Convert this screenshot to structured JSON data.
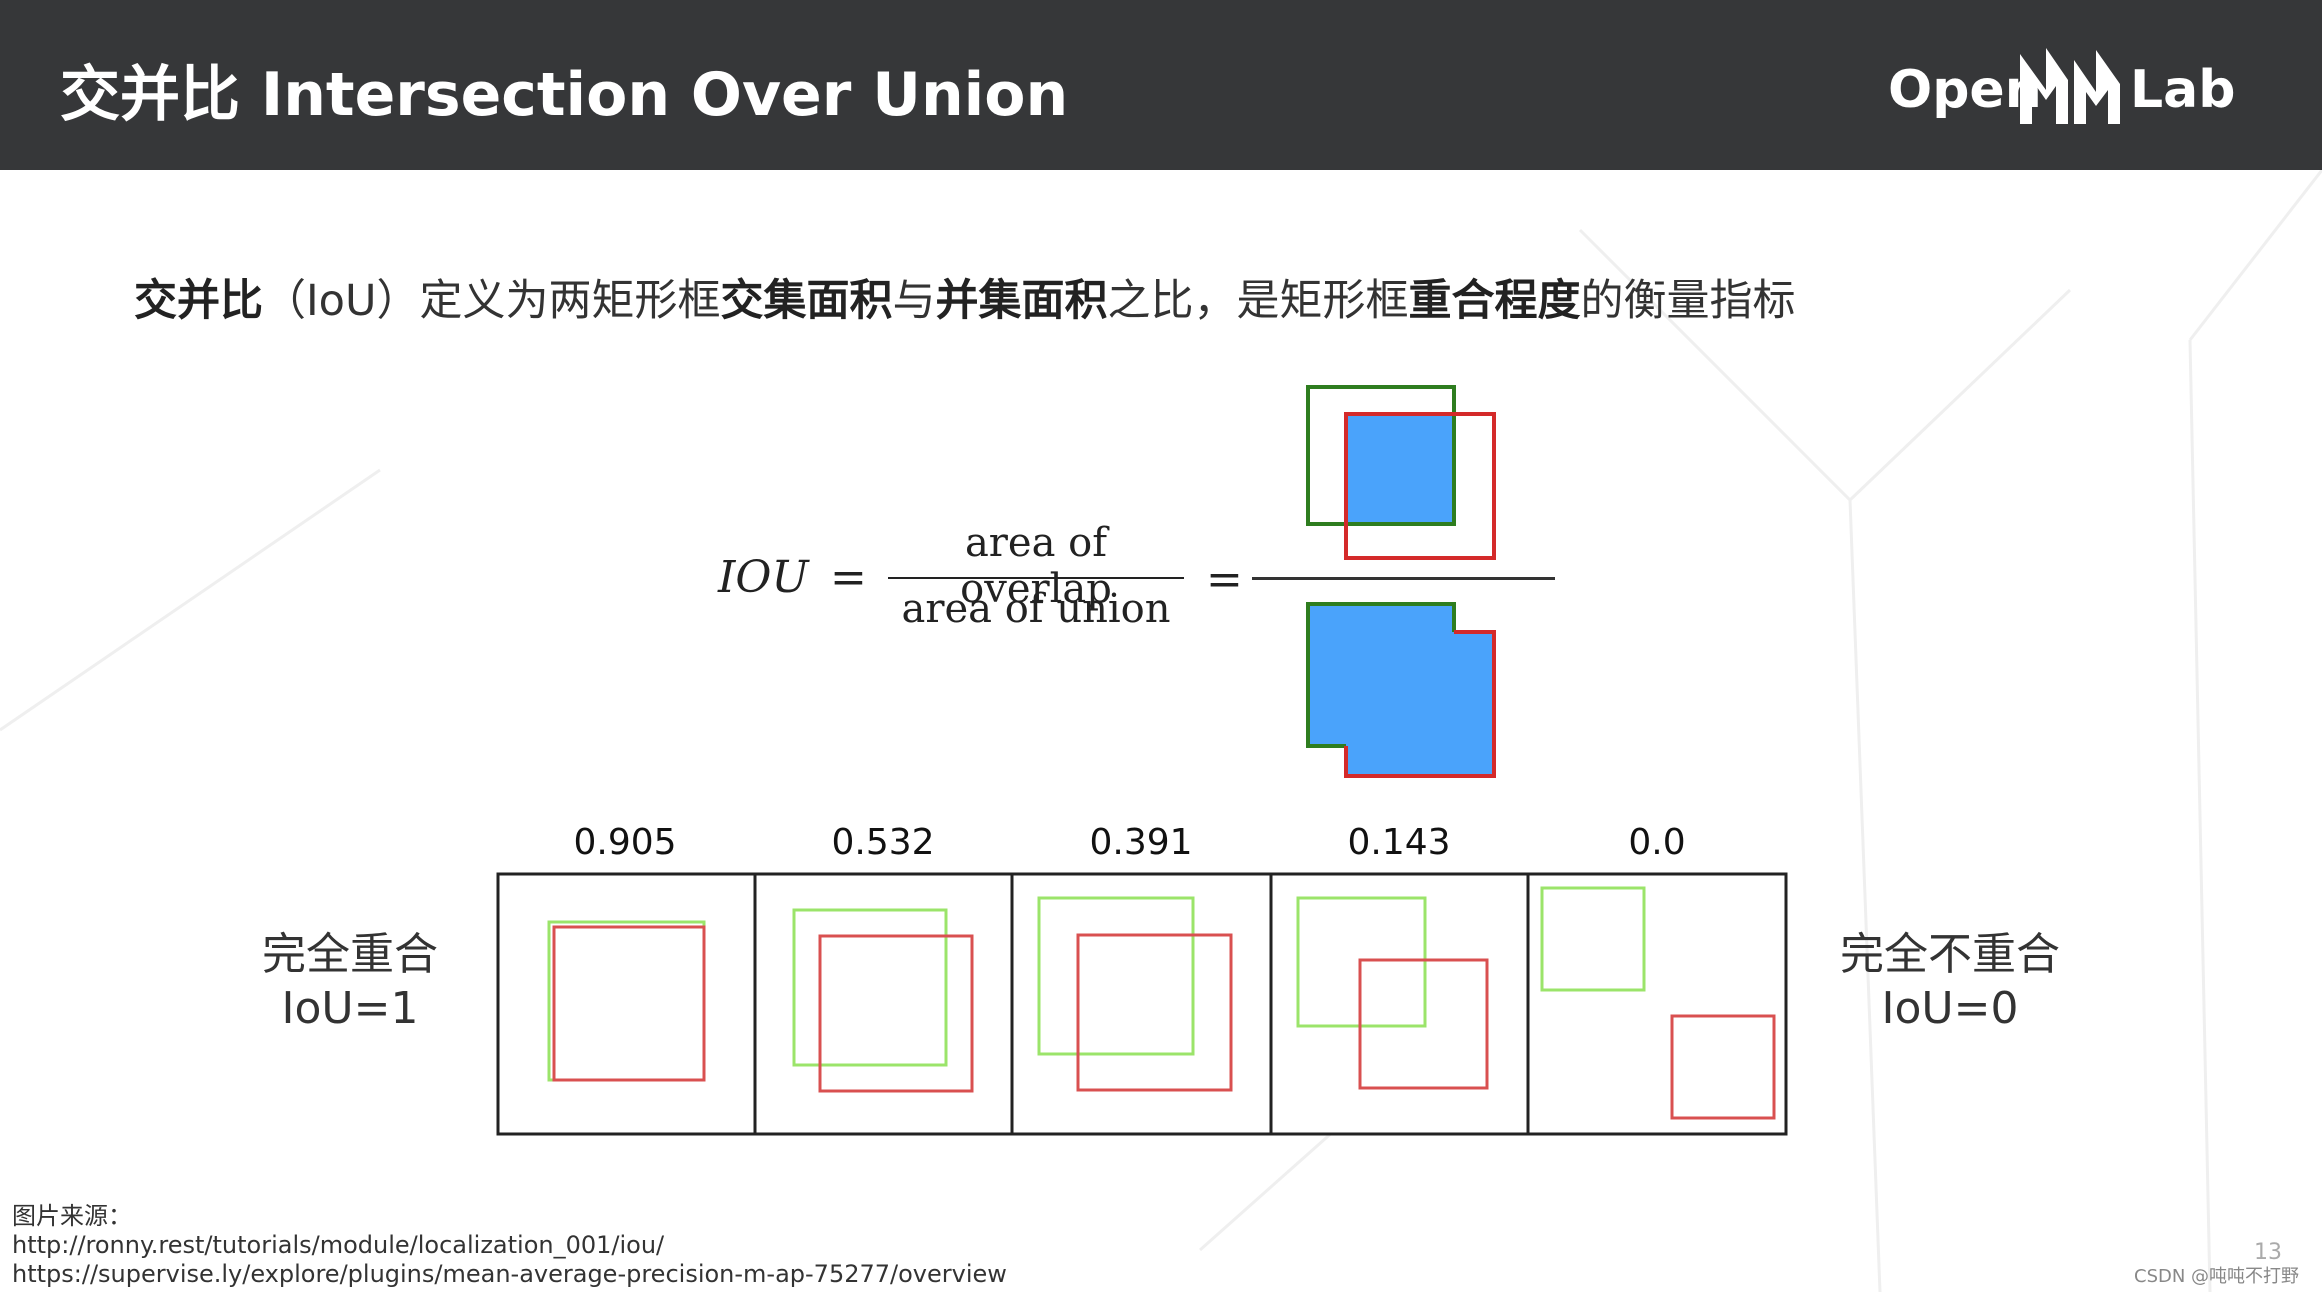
{
  "header": {
    "title": "交并比 Intersection Over Union",
    "logo": {
      "left": "Open",
      "right": "Lab",
      "mark": "MM"
    }
  },
  "definition": {
    "parts": [
      {
        "text": "交并比",
        "bold": true
      },
      {
        "text": "（IoU）定义为两矩形框",
        "bold": false
      },
      {
        "text": "交集面积",
        "bold": true
      },
      {
        "text": "与",
        "bold": false
      },
      {
        "text": "并集面积",
        "bold": true
      },
      {
        "text": "之比，是矩形框",
        "bold": false
      },
      {
        "text": "重合程度",
        "bold": true
      },
      {
        "text": "的衡量指标",
        "bold": false
      }
    ]
  },
  "formula": {
    "lhs": "IOU",
    "equals": "=",
    "numerator": "area of overlap",
    "denominator": "area of union"
  },
  "colors": {
    "header_bg": "#363739",
    "overlap_fill": "#4aa3fb",
    "box_green": "#2e7d1f",
    "box_red": "#d42a2a",
    "panel_green": "#9be46a",
    "panel_red": "#d95050"
  },
  "examples": {
    "scores": [
      "0.905",
      "0.532",
      "0.391",
      "0.143",
      "0.0"
    ]
  },
  "captions": {
    "left": [
      "完全重合",
      "IoU=1"
    ],
    "right": [
      "完全不重合",
      "IoU=0"
    ]
  },
  "sources": {
    "label": "图片来源：",
    "lines": [
      "http://ronny.rest/tutorials/module/localization_001/iou/",
      "https://supervise.ly/explore/plugins/mean-average-precision-m-ap-75277/overview"
    ]
  },
  "page_number": "13",
  "credit": "CSDN @吨吨不打野"
}
